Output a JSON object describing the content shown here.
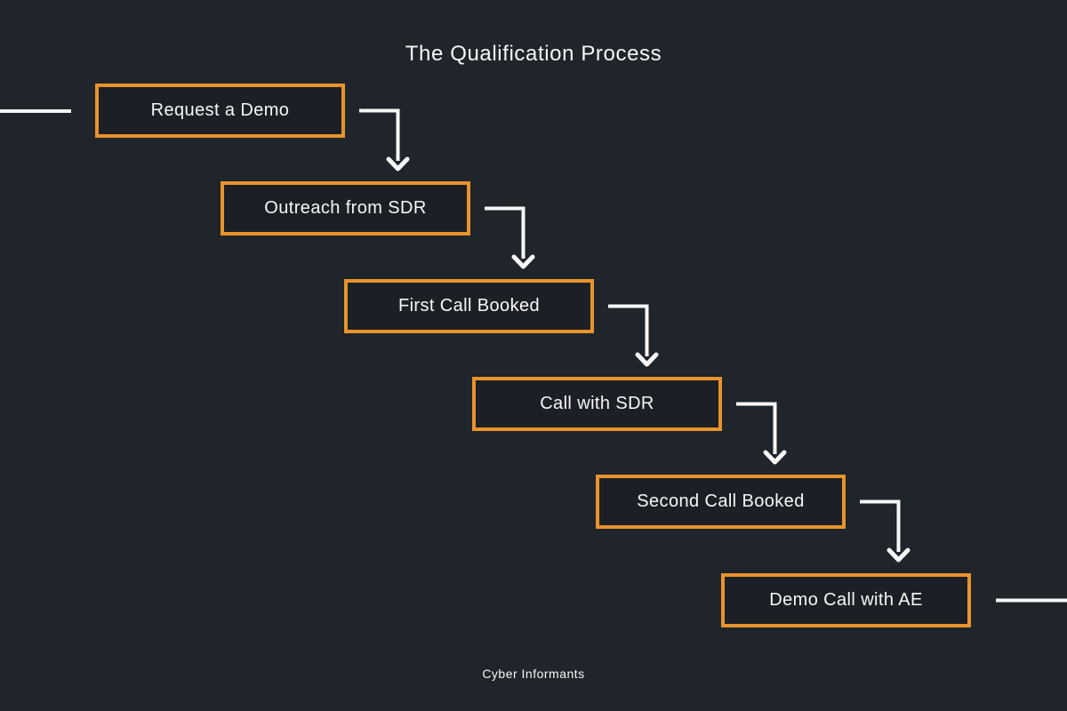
{
  "title": "The Qualification Process",
  "footer": "Cyber Informants",
  "colors": {
    "background": "#20242B",
    "box_fill": "#1C2026",
    "accent_orange": "#E8932C",
    "line_white": "#F7F7F8"
  },
  "steps": [
    "Request a Demo",
    "Outreach from SDR",
    "First Call Booked",
    "Call with SDR",
    "Second Call Booked",
    "Demo Call with AE"
  ]
}
